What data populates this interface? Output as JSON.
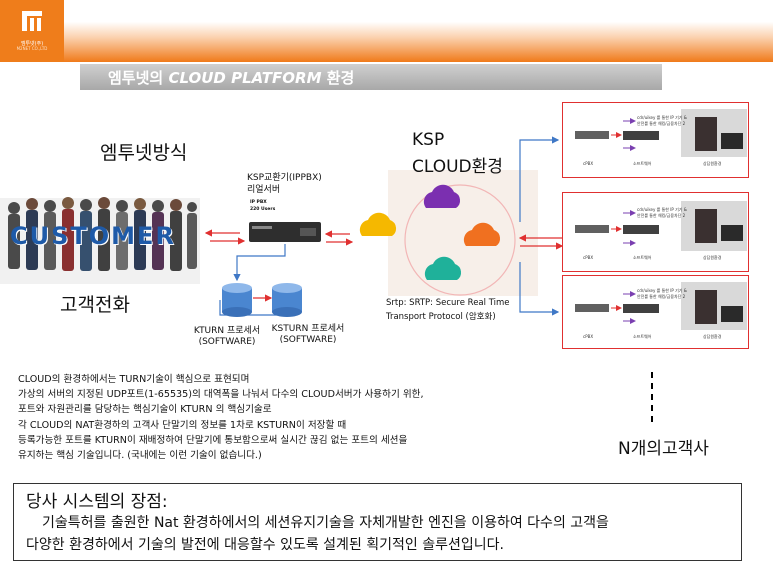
{
  "header": {
    "logo_text": "엠투넷(주)",
    "logo_subtext": "M2NET CO.,LTD",
    "title_prefix": "엠투넷의 ",
    "title_em": "CLOUD PLATFORM",
    "title_suffix": " 환경"
  },
  "diagram": {
    "m2net_method": "엠투넷방식",
    "customer_banner": "CUSTOMER",
    "customer_call": "고객전화",
    "ksp_exchange_line1": "KSP교환기(IPPBX)",
    "ksp_exchange_line2": "리얼서버",
    "ippbx_device_line1": "IP PBX",
    "ippbx_device_line2": "220 Users",
    "ksp_cloud_line1": "KSP",
    "ksp_cloud_line2": "CLOUD환경",
    "srtp_line1": "Srtp: SRTP: Secure Real Time",
    "srtp_line2": "Transport Protocol (암호화)",
    "kturn_line1": "KTURN 프로세서",
    "kturn_line2": "(SOFTWARE)",
    "ksturn_line1": "KSTURN 프로세서",
    "ksturn_line2": "(SOFTWARE)",
    "n_customers": "N개의고객사",
    "panel_labels": [
      "cPBX",
      "소프트웨어",
      "상담원환경"
    ],
    "panel_note_line1": "cdr/uikey 를 통한 IP 기기 &",
    "panel_note_line2": "안전를 통한 해킹/금융차단 2",
    "colors": {
      "orange": "#ef7d1b",
      "red_arrow": "#e03030",
      "blue_arrow": "#3f78c6",
      "purple_arrow": "#7a3fb0",
      "cloud_yellow": "#f5b800",
      "cloud_purple": "#7b2fb0",
      "cloud_orange": "#f07020",
      "cloud_teal": "#1fb19a",
      "db_blue": "#4a86d0"
    }
  },
  "description": [
    "CLOUD의 환경하에서는 TURN기술이 핵심으로 표현되며",
    "가상의 서버의 지정된 UDP포트(1-65535)의 대역폭을 나눠서 다수의 CLOUD서버가 사용하기 위한,",
    "포트와 자원관리를 담당하는 핵심기술이 KTURN 의 핵심기술로",
    "각 CLOUD의 NAT환경하의 고객사 단말기의 정보를 1차로 KSTURN이  저장할 때",
    "등록가능한 포트를 KTURN이 재배정하여 단말기에 통보함으로써 실시간 끊김 없는 포트의 세션을",
    "유지하는 핵심 기술입니다. (국내에는 이런 기술이 없습니다.)"
  ],
  "advantages": {
    "heading": "당사 시스템의 장점:",
    "line1": "기술특허를 출원한 Nat 환경하에서의 세션유지기술을 자체개발한 엔진을 이용하여 다수의 고객을",
    "line2": "다양한 환경하에서 기술의 발전에 대응할수 있도록 설계된 획기적인 솔루션입니다."
  }
}
